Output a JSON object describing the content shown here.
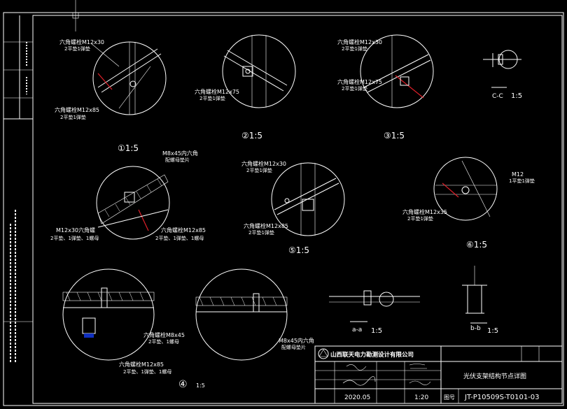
{
  "details": {
    "d1": {
      "label": "①1:5",
      "top_text": "六角螺栓M12x30",
      "top_sub": "2平垫1弹垫",
      "bot_text": "六角螺栓M12x85",
      "bot_sub": "2平垫1弹垫"
    },
    "d2": {
      "label": "②1:5",
      "mid_text": "六角螺栓M12x75",
      "mid_sub": "2平垫1弹垫"
    },
    "d3": {
      "label": "③1:5",
      "top_text": "六角螺栓M12x30",
      "top_sub": "2平垫1弹垫",
      "mid_text": "六角螺栓M12x75",
      "mid_sub": "2平垫1弹垫"
    },
    "cc": {
      "label": "C-C",
      "scale": "1:5"
    },
    "d4a": {
      "bolt_text": "M8x45内六角",
      "bolt_sub": "配螺母垫片",
      "m12_text": "M12x30六角螺",
      "m12_sub": "2平垫、1弹垫、1螺母",
      "r_text": "六角螺栓M12x85",
      "r_sub": "2平垫、1弹垫、1螺母"
    },
    "d5": {
      "label": "⑤1:5",
      "top_text": "六角螺栓M12x30",
      "top_sub": "2平垫1弹垫",
      "bot_text": "六角螺栓M12x85",
      "bot_sub": "2平垫1弹垫"
    },
    "d6": {
      "label": "⑥1:5",
      "m12_text": "M12",
      "m12_sub": "1平垫1弹垫",
      "bot_text": "六角螺栓M12x35",
      "bot_sub": "2平垫1弹垫"
    },
    "d4": {
      "label": "④",
      "scale": "1:5",
      "bolt_text": "六角螺栓M8x45",
      "bolt_sub": "2平垫、1螺母",
      "bot_text": "六角螺栓M12x85",
      "bot_sub": "2平垫、1弹垫、1螺母"
    },
    "d4r": {
      "bolt_text": "M8x45内六角",
      "bolt_sub": "配螺母垫片"
    },
    "aa": {
      "label": "a-a",
      "scale": "1:5"
    },
    "bb": {
      "label": "b-b",
      "scale": "1:5"
    }
  },
  "title_block": {
    "company": "山西联天电力勘测设计有限公司",
    "date": "2020.05",
    "scale": "1:20",
    "drawing_title": "光伏支架结构节点详图",
    "drawing_no": "JT-P10509S-T0101-03",
    "label_no": "图号"
  }
}
